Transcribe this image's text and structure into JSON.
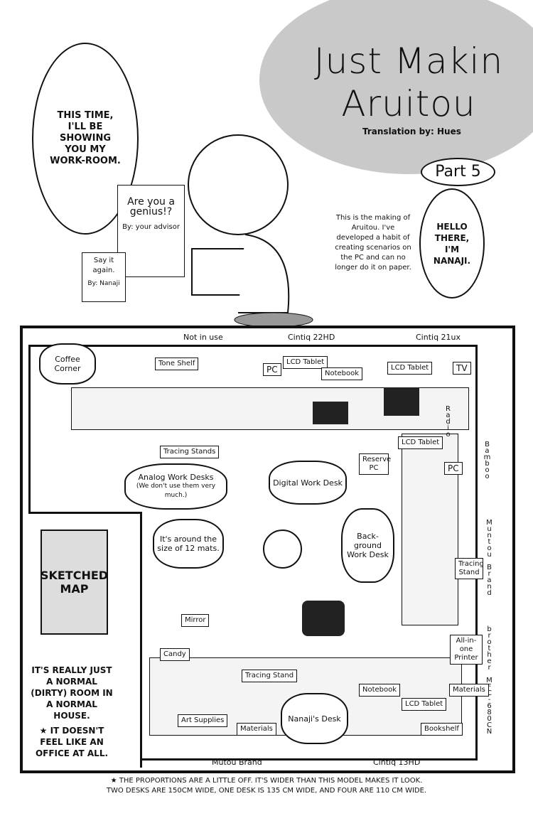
{
  "header": {
    "title_line1": "Just Makin",
    "title_line2": "Aruitou",
    "translation": "Translation by: Hues",
    "part": "Part 5"
  },
  "bubbles": {
    "intro": "THIS TIME, I'LL BE SHOWING YOU MY WORK-ROOM.",
    "hello": "HELLO THERE, I'M NANAJI."
  },
  "notes": {
    "making": "This is the making of Aruitou. I've developed a habit of creating scenarios on the PC and can no longer do it on paper.",
    "poster1_text": "Are you a genius!?",
    "poster1_by": "By: your advisor",
    "poster2_text": "Say it again.",
    "poster2_by": "By: Nanaji"
  },
  "map": {
    "sign": "SKETCHED MAP",
    "coffee": "Coffee Corner",
    "top_labels": [
      "Not in use",
      "Cintiq 22HD",
      "Cintiq 21ux"
    ],
    "boxes": {
      "tone_shelf": "Tone Shelf",
      "pc1": "PC",
      "lcd1": "LCD Tablet",
      "notebook1": "Notebook",
      "lcd2": "LCD Tablet",
      "tv": "TV",
      "lcd3": "LCD Tablet",
      "tracing_stands": "Tracing Stands",
      "reserve_pc": "Reserve PC",
      "pc2": "PC",
      "tracing_stand_r": "Tracing Stand",
      "mirror": "Mirror",
      "candy": "Candy",
      "printer": "All-in-one Printer",
      "tracing_stand_b": "Tracing Stand",
      "notebook2": "Notebook",
      "materials1": "Materials",
      "lcd4": "LCD Tablet",
      "art_supplies": "Art Supplies",
      "materials2": "Materials",
      "bookshelf": "Bookshelf"
    },
    "clouds": {
      "analog": "Analog Work Desks",
      "analog_sub": "(We don't use them very much.)",
      "digital": "Digital Work Desk",
      "size": "It's around the size of 12 mats.",
      "background": "Back-ground Work Desk",
      "nanaji": "Nanaji's Desk"
    },
    "vertical": {
      "radio": "Radio",
      "bamboo": "Bamboo",
      "mutou": "Muntou Brand",
      "brother": "brother MFC-680CN"
    },
    "bottom_labels": [
      "Mutou Brand",
      "Cintiq 13HD"
    ]
  },
  "side_notes": {
    "normal": "IT'S REALLY JUST A NORMAL (DIRTY) ROOM IN A NORMAL HOUSE.",
    "office": "★ IT DOESN'T FEEL LIKE AN OFFICE AT ALL."
  },
  "footnote": {
    "line1": "★ THE PROPORTIONS ARE A LITTLE OFF. IT'S WIDER THAN THIS MODEL MAKES IT LOOK.",
    "line2": "TWO DESKS ARE 150CM WIDE, ONE DESK IS 135 CM WIDE, AND FOUR ARE 110 CM WIDE."
  }
}
